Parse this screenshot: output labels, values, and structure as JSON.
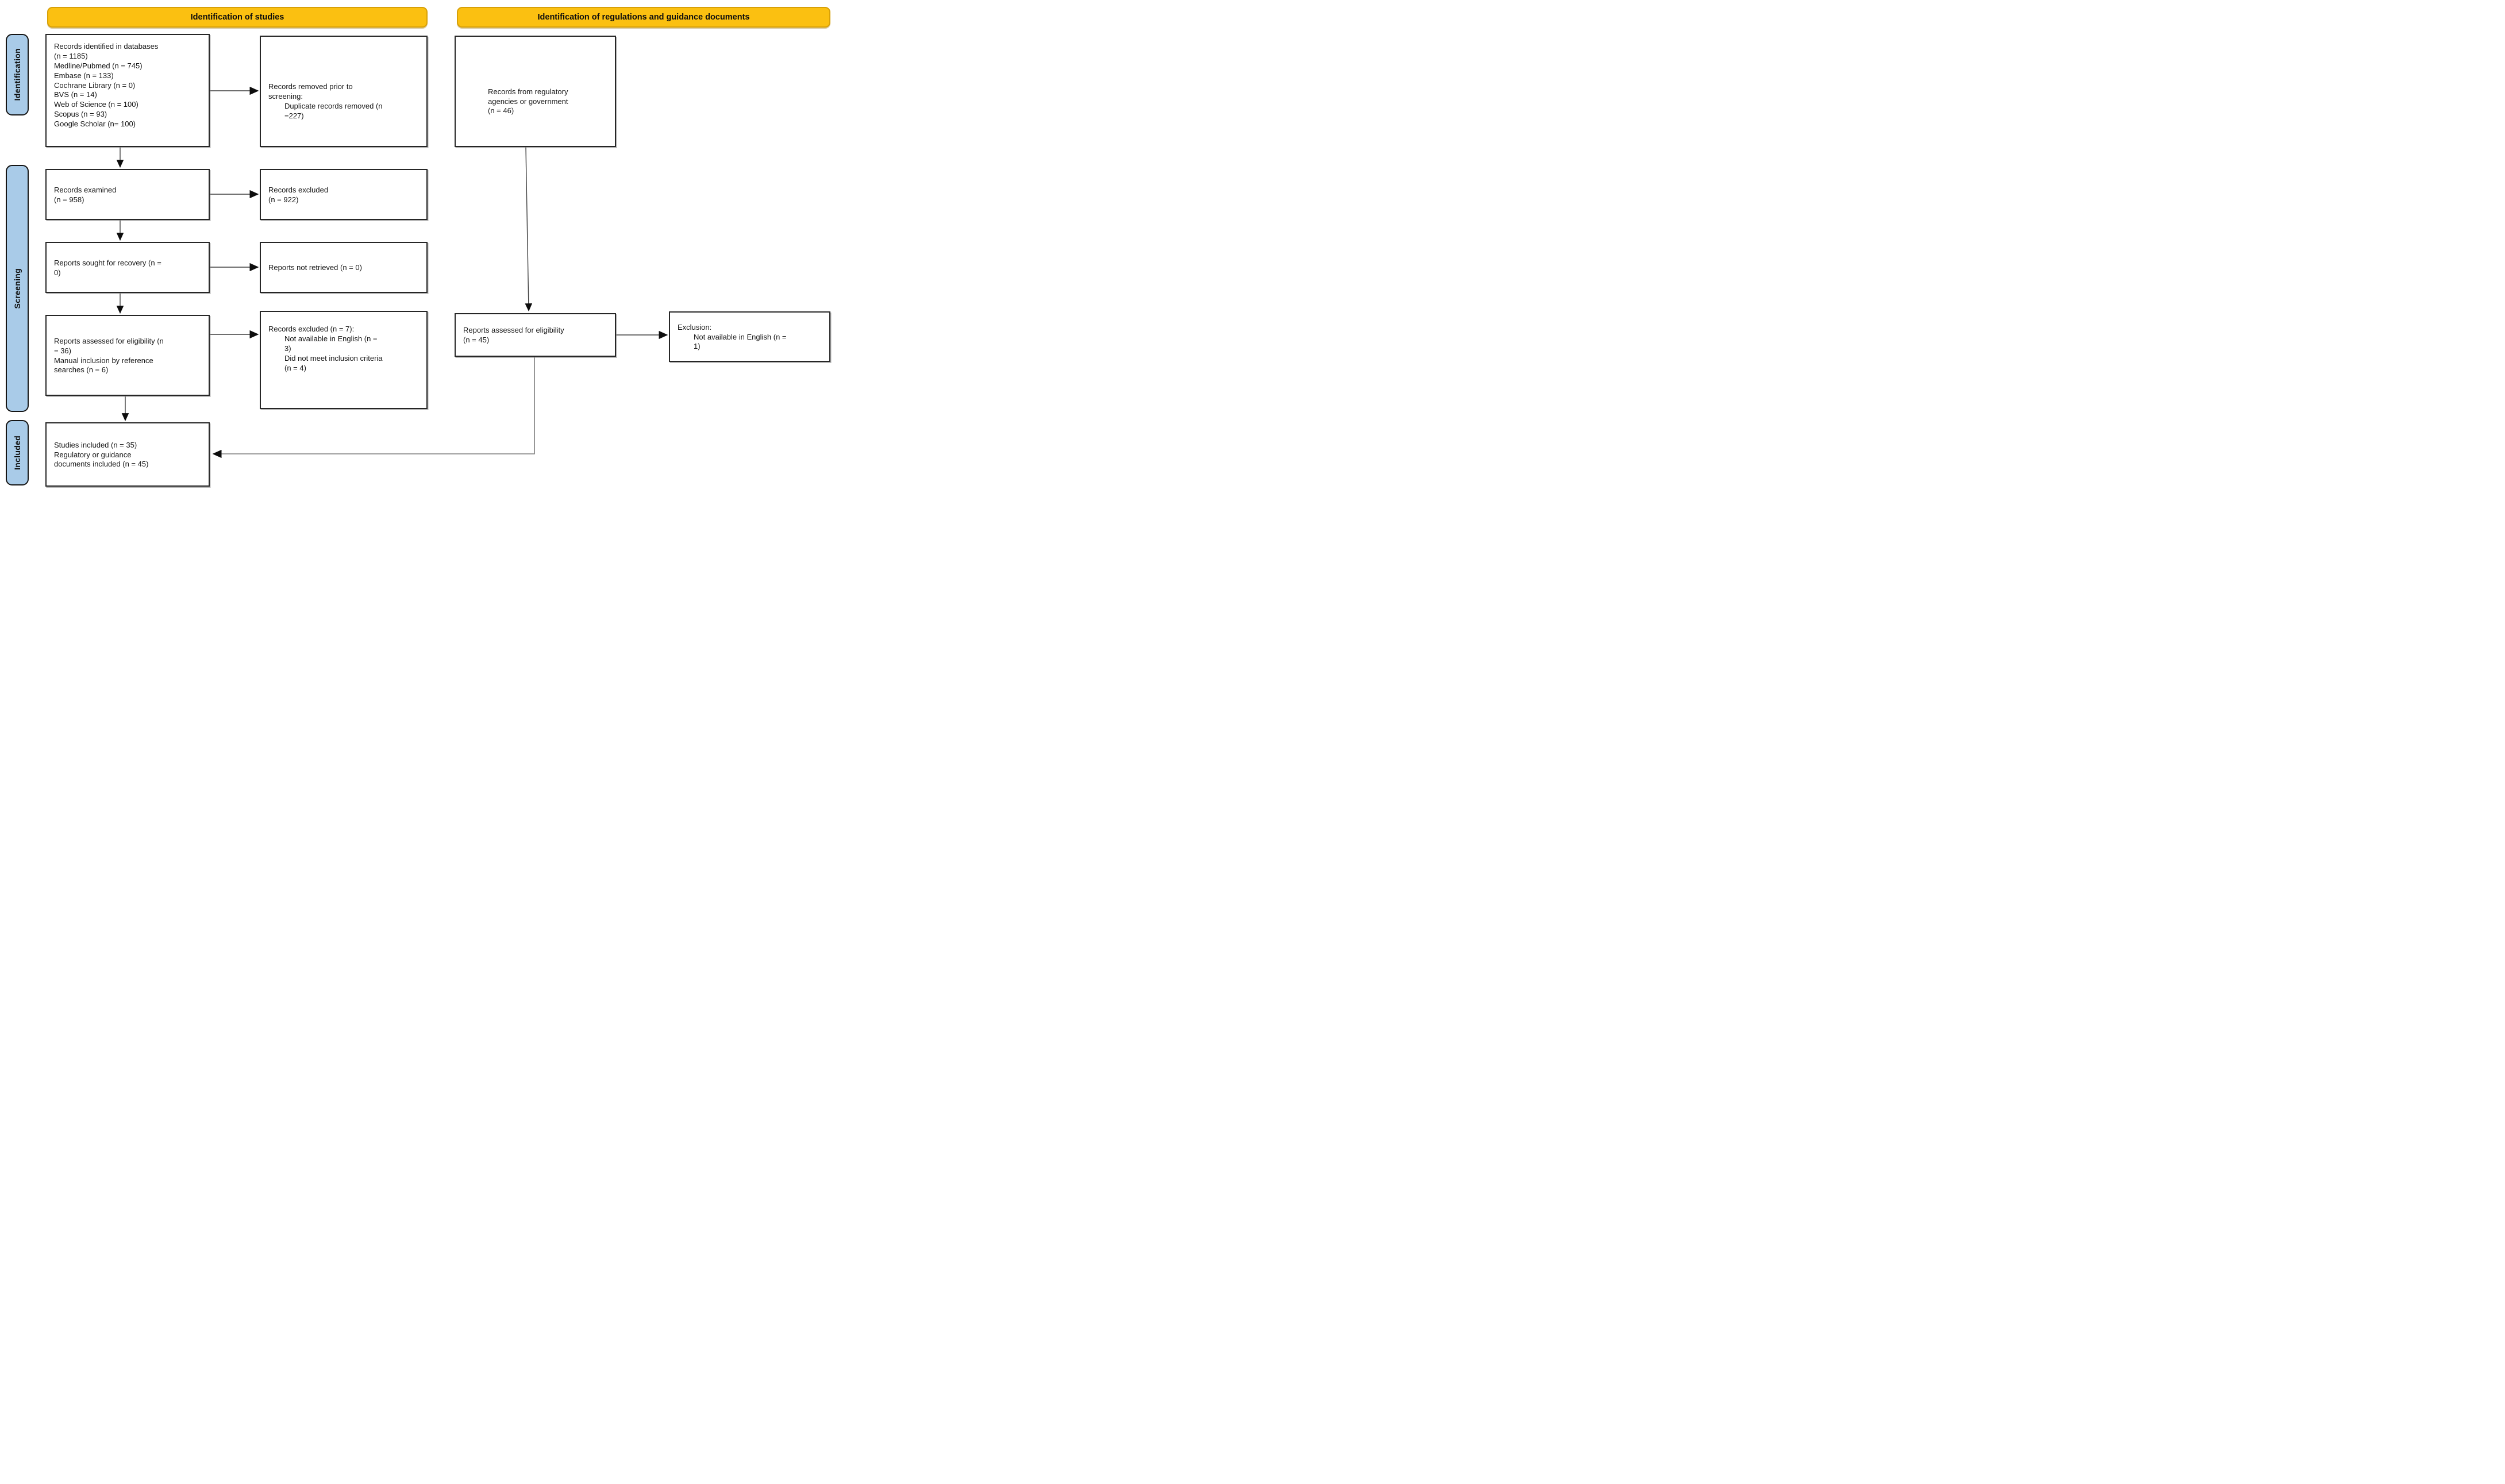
{
  "headers": {
    "studies": "Identification of studies",
    "regulations": "Identification of regulations and guidance documents"
  },
  "stages": {
    "identification": "Identification",
    "screening": "Screening",
    "included": "Included"
  },
  "colors": {
    "header_bg": "#FBC011",
    "stage_bg": "#A9CBE8",
    "box_bg": "#FFFFFF",
    "box_border": "#262626",
    "arrow": "#444444"
  },
  "boxes": {
    "records_identified": {
      "lines": [
        {
          "text": "Records identified in databases",
          "indent": false
        },
        {
          "text": "(n = 1185)",
          "indent": false
        },
        {
          "text": "Medline/Pubmed (n = 745)",
          "indent": false
        },
        {
          "text": "Embase (n = 133)",
          "indent": false
        },
        {
          "text": "Cochrane Library (n = 0)",
          "indent": false
        },
        {
          "text": "BVS (n = 14)",
          "indent": false
        },
        {
          "text": "Web of Science (n = 100)",
          "indent": false
        },
        {
          "text": "Scopus (n = 93)",
          "indent": false
        },
        {
          "text": "Google Scholar (n= 100)",
          "indent": false
        }
      ]
    },
    "records_removed": {
      "lines": [
        {
          "text": "Records removed prior to",
          "indent": false
        },
        {
          "text": "screening:",
          "indent": false
        },
        {
          "text": "Duplicate records removed (n",
          "indent": true
        },
        {
          "text": "=227)",
          "indent": true
        }
      ]
    },
    "records_from_regulatory": {
      "lines": [
        {
          "text": "Records from regulatory",
          "indent": false
        },
        {
          "text": "agencies or government",
          "indent": false
        },
        {
          "text": "(n = 46)",
          "indent": false
        }
      ]
    },
    "records_examined": {
      "lines": [
        {
          "text": "Records examined",
          "indent": false
        },
        {
          "text": "(n = 958)",
          "indent": false
        }
      ]
    },
    "records_excluded": {
      "lines": [
        {
          "text": "Records excluded",
          "indent": false
        },
        {
          "text": "(n = 922)",
          "indent": false
        }
      ]
    },
    "reports_sought": {
      "lines": [
        {
          "text": "Reports sought for recovery (n =",
          "indent": false
        },
        {
          "text": "0)",
          "indent": false
        }
      ]
    },
    "reports_not_retrieved": {
      "lines": [
        {
          "text": "Reports not retrieved (n = 0)",
          "indent": false
        }
      ]
    },
    "reports_assessed_studies": {
      "lines": [
        {
          "text": "Reports assessed for eligibility (n",
          "indent": false
        },
        {
          "text": "= 36)",
          "indent": false
        },
        {
          "text": "Manual inclusion by reference",
          "indent": false
        },
        {
          "text": "searches (n = 6)",
          "indent": false
        }
      ]
    },
    "records_excluded_eligibility": {
      "lines": [
        {
          "text": "Records excluded (n = 7):",
          "indent": false
        },
        {
          "text": "Not available in English (n =",
          "indent": true
        },
        {
          "text": "3)",
          "indent": true
        },
        {
          "text": "Did not meet inclusion criteria",
          "indent": true
        },
        {
          "text": "(n = 4)",
          "indent": true
        }
      ]
    },
    "reports_assessed_regulatory": {
      "lines": [
        {
          "text": "Reports assessed for eligibility",
          "indent": false
        },
        {
          "text": "(n = 45)",
          "indent": false
        }
      ]
    },
    "exclusion": {
      "lines": [
        {
          "text": "Exclusion:",
          "indent": false
        },
        {
          "text": "Not available in English (n =",
          "indent": true
        },
        {
          "text": "1)",
          "indent": true
        }
      ]
    },
    "studies_included": {
      "lines": [
        {
          "text": "Studies included (n = 35)",
          "indent": false
        },
        {
          "text": "Regulatory or guidance",
          "indent": false
        },
        {
          "text": "documents included (n = 45)",
          "indent": false
        }
      ]
    }
  }
}
